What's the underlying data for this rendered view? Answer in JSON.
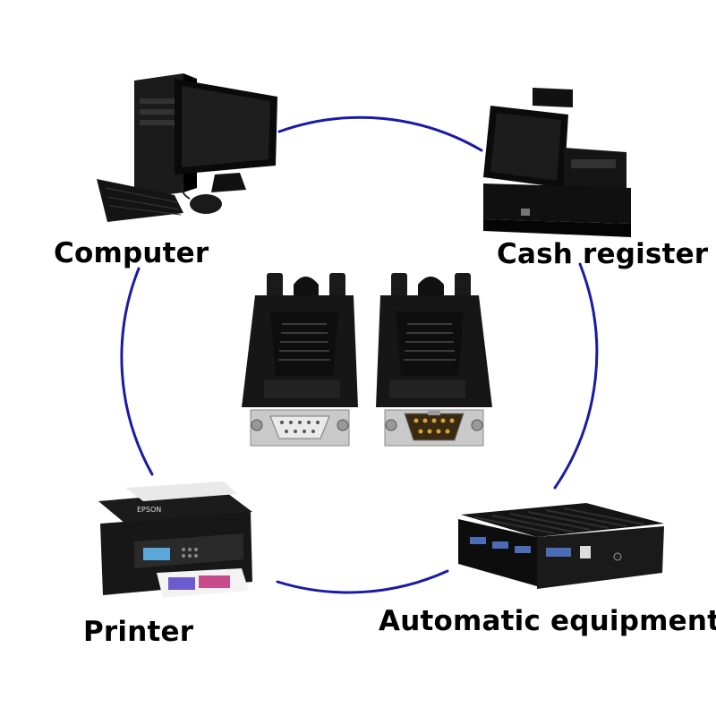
{
  "labels": {
    "computer": "Computer",
    "cash_register": "Cash register",
    "printer": "Printer",
    "automatic_equipment": "Automatic equipment"
  },
  "colors": {
    "ring": "#1a1aa6",
    "device_dark": "#111111",
    "background": "#ffffff"
  },
  "icons": {
    "computer": "desktop-computer-icon",
    "cash_register": "pos-terminal-icon",
    "printer": "inkjet-printer-icon",
    "automatic_equipment": "industrial-pc-icon",
    "connector_female": "db9-female-connector",
    "connector_male": "db9-male-connector"
  },
  "brand_text": {
    "printer_brand": "EPSON"
  }
}
